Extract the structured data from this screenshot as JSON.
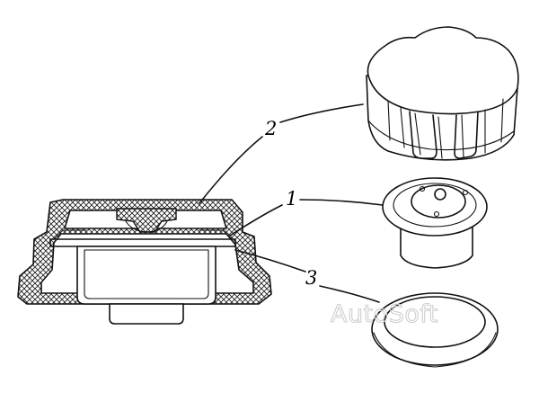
{
  "labels": {
    "cap": "2",
    "valve": "1",
    "gasket": "3"
  },
  "watermark": "AutoSoft",
  "colors": {
    "ink": "#111111",
    "background": "#ffffff",
    "watermark": "#cfcfcf"
  }
}
